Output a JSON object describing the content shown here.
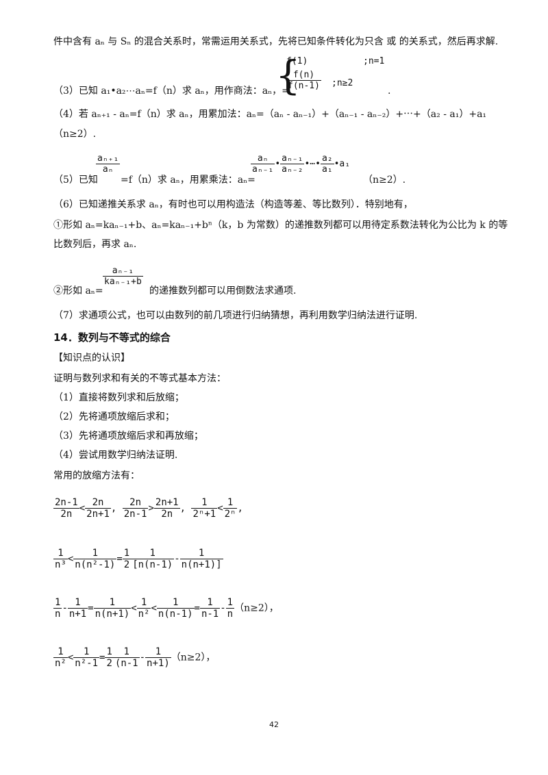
{
  "page": {
    "line1": "件中含有 aₙ 与 Sₙ 的混合关系时，常需运用关系式，先将已知条件转化为只含  或  的关系式，然后再求解.",
    "item3_prefix": "（3）已知 a₁•a₂⋯aₙ=f（n）求 aₙ，用作商法：aₙ，=",
    "item3_case1": "f(1)",
    "item3_case1_cond": ";n=1",
    "item3_case2_num": "f(n)",
    "item3_case2_den": "f(n-1)",
    "item3_case2_cond": ";n≥2",
    "item3_end": ".",
    "item4": "（4）若 aₙ₊₁ - aₙ=f（n）求 aₙ，用累加法：aₙ=（aₙ - aₙ₋₁）+（aₙ₋₁ - aₙ₋₂）+⋯+（a₂ - a₁）+a₁",
    "item4_cont": "（n≥2）.",
    "item5_prefix": "（5）已知",
    "item5_frac_num": "aₙ₊₁",
    "item5_frac_den": "aₙ",
    "item5_mid": "=f（n）求 aₙ，用累乘法：aₙ=",
    "item5_f1_num": "aₙ",
    "item5_f1_den": "aₙ₋₁",
    "item5_f2_num": "aₙ₋₁",
    "item5_f2_den": "aₙ₋₂",
    "item5_f3_num": "a₂",
    "item5_f3_den": "a₁",
    "item5_tail": "a₁",
    "item5_cond": "（n≥2）.",
    "item6": "（6）已知递推关系求 aₙ，有时也可以用构造法（构造等差、等比数列）．特别地有，",
    "item6_a": "①形如 aₙ=kaₙ₋₁+b、aₙ=kaₙ₋₁+bⁿ（k，b 为常数）的递推数列都可以用待定系数法转化为公比为 k 的等",
    "item6_a_cont": "比数列后，再求 aₙ.",
    "item6_b_prefix": "②形如 aₙ=",
    "item6_b_num": "aₙ₋₁",
    "item6_b_den": "kaₙ₋₁+b",
    "item6_b_suffix": "的递推数列都可以用倒数法求通项.",
    "item7": "（7）求通项公式，也可以由数列的前几项进行归纳猜想，再利用数学归纳法进行证明.",
    "heading14": "14．数列与不等式的综合",
    "knowledge": "【知识点的认识】",
    "intro": "证明与数列求和有关的不等式基本方法：",
    "m1": "（1）直接将数列求和后放缩；",
    "m2": "（2）先将通项放缩后求和；",
    "m3": "（3）先将通项放缩后求和再放缩；",
    "m4": "（4）尝试用数学归纳法证明.",
    "common": "常用的放缩方法有：",
    "f1": {
      "a_num": "2n-1",
      "a_den": "2n",
      "lt": "<",
      "b_num": "2n",
      "b_den": "2n+1",
      "c_num": "2n",
      "c_den": "2n-1",
      "gt": ">",
      "d_num": "2n+1",
      "d_den": "2n",
      "e_num": "1",
      "e_den": "2ⁿ+1",
      "lt2": "<",
      "f_num": "1",
      "f_den": "2ⁿ",
      "comma": ","
    },
    "f2": {
      "a_num": "1",
      "a_den": "n³",
      "lt": "<",
      "b_num": "1",
      "b_den": "n(n²-1)",
      "eq": "=",
      "c_num": "1",
      "c_den": "2",
      "d_num": "1",
      "d_den": "[n(n-1)",
      "minus": "-",
      "e_num": "1",
      "e_den": "n(n+1)]"
    },
    "f3": {
      "a_num": "1",
      "a_den": "n",
      "minus": "-",
      "b_num": "1",
      "b_den": "n+1",
      "eq": "=",
      "c_num": "1",
      "c_den": "n(n+1)",
      "lt": "<",
      "d_num": "1",
      "d_den": "n²",
      "lt2": "<",
      "e_num": "1",
      "e_den": "n(n-1)",
      "eq2": "=",
      "f_num": "1",
      "f_den": "n-1",
      "minus2": "-",
      "g_num": "1",
      "g_den": "n",
      "cond": "（n≥2），"
    },
    "f4": {
      "a_num": "1",
      "a_den": "n²",
      "lt": "<",
      "b_num": "1",
      "b_den": "n²-1",
      "eq": "=",
      "c_num": "1",
      "c_den": "2",
      "d_num": "1",
      "d_den": "(n-1",
      "minus": "-",
      "e_num": "1",
      "e_den": "n+1)",
      "cond": "（n≥2），"
    },
    "page_number": "42"
  }
}
